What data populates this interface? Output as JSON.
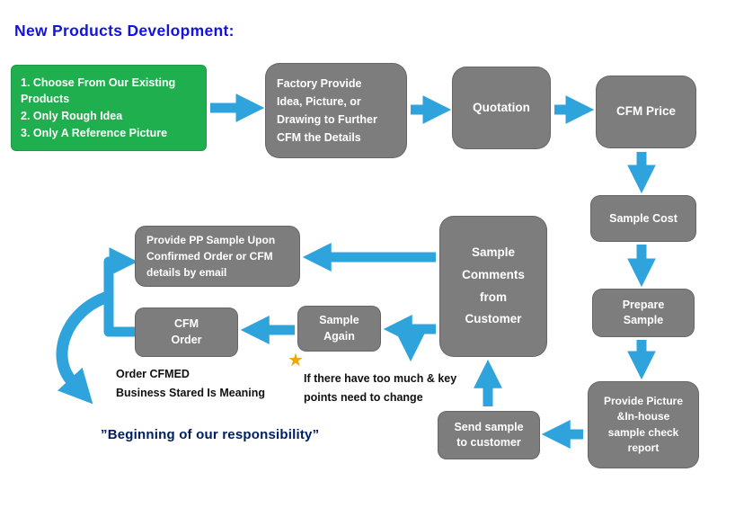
{
  "title": "New Products Development:",
  "nodes": {
    "options": "1. Choose From Our Existing\nProducts\n2. Only Rough Idea\n3. Only A Reference Picture",
    "factory": "Factory Provide\nIdea, Picture, or\nDrawing to Further\nCFM the Details",
    "quotation": "Quotation",
    "cfm_price": "CFM Price",
    "sample_cost": "Sample Cost",
    "prepare_sample": "Prepare\nSample",
    "provide_picture_report": "Provide Picture\n&In-house\nsample check\nreport",
    "send_sample": "Send sample\nto customer",
    "sample_comments": "Sample\nComments\nfrom\nCustomer",
    "provide_pp_sample": "Provide PP Sample Upon\nConfirmed Order or CFM\ndetails by email",
    "sample_again": "Sample\nAgain",
    "cfm_order": "CFM\nOrder"
  },
  "notes": {
    "order_meaning": "Order CFMED\nBusiness Stared Is  Meaning",
    "change_points": "If there have too much & key\npoints need to change",
    "quote": "”Beginning of our responsibility”",
    "star_icon": "★"
  },
  "colors": {
    "arrow": "#2EA3DC",
    "node_gray": "#7D7D7D",
    "node_green": "#1FAF4F",
    "title": "#1313E0",
    "quote": "#002060",
    "star": "#EFA80B"
  }
}
